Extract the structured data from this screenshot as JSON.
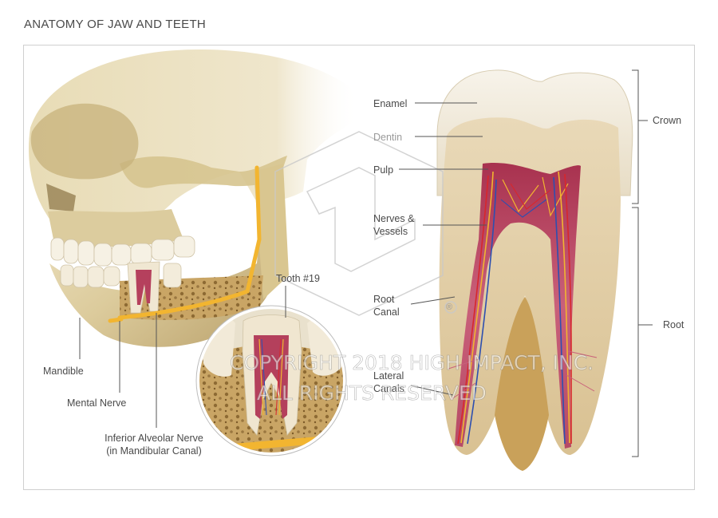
{
  "title": "ANATOMY OF JAW AND TEETH",
  "labels": {
    "enamel": "Enamel",
    "dentin": "Dentin",
    "pulp": "Pulp",
    "nerves_vessels_1": "Nerves &",
    "nerves_vessels_2": "Vessels",
    "root_canal_1": "Root",
    "root_canal_2": "Canal",
    "lateral_canals_1": "Lateral",
    "lateral_canals_2": "Canals",
    "crown": "Crown",
    "root": "Root",
    "tooth_19": "Tooth #19",
    "mandible": "Mandible",
    "mental_nerve": "Mental Nerve",
    "inferior_alveolar_1": "Inferior Alveolar Nerve",
    "inferior_alveolar_2": "(in Mandibular Canal)"
  },
  "watermark": {
    "line1": "COPYRIGHT 2018 HIGH IMPACT, INC.",
    "line2": "ALL RIGHTS RESERVED",
    "registered": "®"
  },
  "colors": {
    "bone": "#d9c89b",
    "enamel": "#f3eee2",
    "dentin": "#e7d6b6",
    "pulp": "#b0405a",
    "nerve": "#f2b530",
    "artery": "#d8262c",
    "vein": "#2d4fb0",
    "leader": "#555555"
  }
}
